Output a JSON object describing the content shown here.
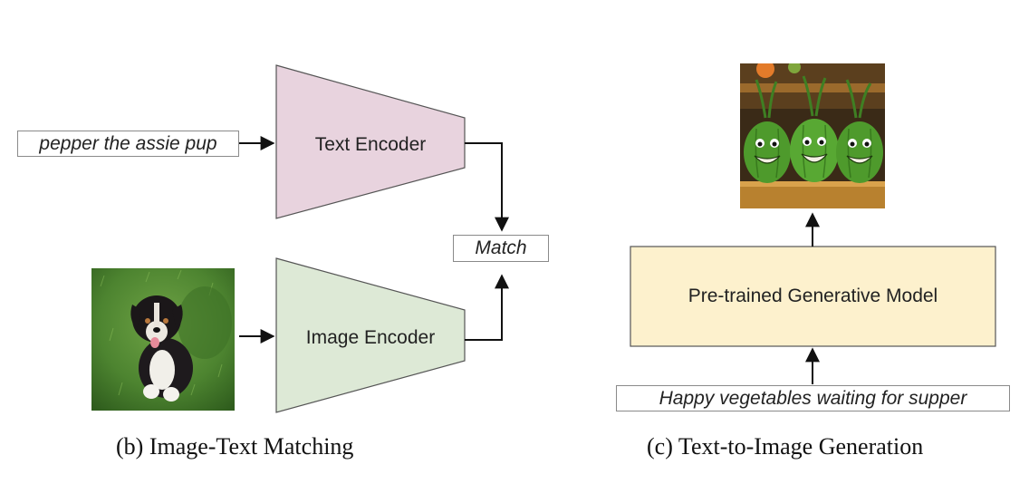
{
  "matching": {
    "text_input": "pepper the assie pup",
    "text_encoder": "Text Encoder",
    "image_encoder": "Image Encoder",
    "match": "Match",
    "caption": "(b) Image-Text Matching",
    "colors": {
      "text_encoder_fill": "#e8d3de",
      "image_encoder_fill": "#dde9d6"
    }
  },
  "generation": {
    "model": "Pre-trained Generative Model",
    "prompt": "Happy vegetables waiting for supper",
    "caption": "(c) Text-to-Image Generation",
    "colors": {
      "model_fill": "#fdf1cd"
    }
  },
  "images": {
    "puppy": "puppy-photo",
    "vegetables": "smiling-vegetables-image"
  }
}
